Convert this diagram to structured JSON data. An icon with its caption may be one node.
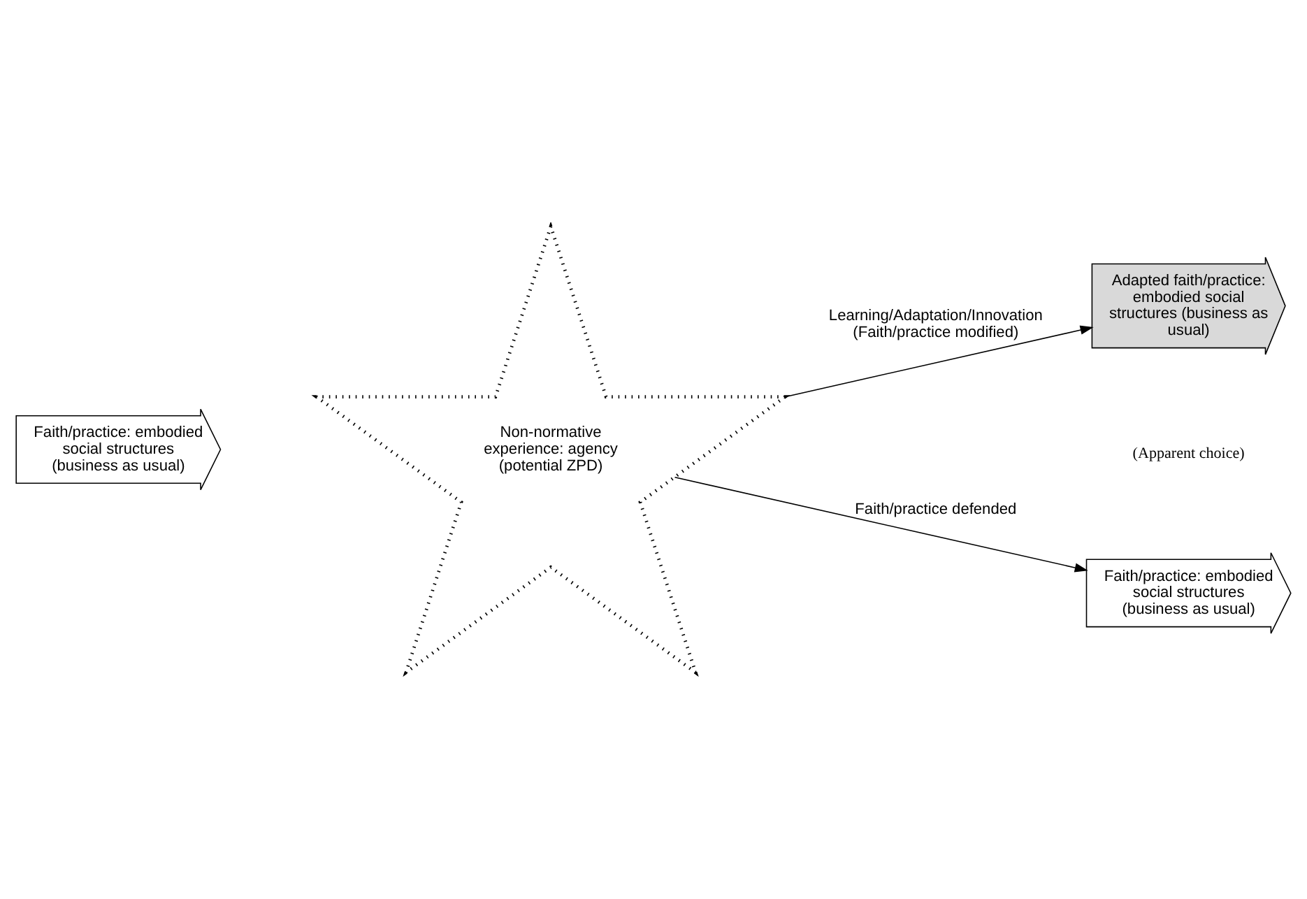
{
  "diagram": {
    "nodes": [
      {
        "text": [
          "Faith/practice: embodied social structures (business as usual)"
        ]
      },
      {
        "text": [
          "Non-normative experience: agency (potential ZPD)"
        ]
      },
      {
        "text": [
          "Adapted faith/practice: embodied social structures (business as usual)"
        ]
      },
      {
        "text": [
          "Faith/practice: embodied social structures (business as usual)"
        ]
      }
    ],
    "edges": [
      {
        "from": 1,
        "to": 2,
        "arrow": "to",
        "label": "Learning/Adaptation/Innovation (Faith/practice modified)"
      },
      {
        "from": 1,
        "to": 3,
        "arrow": "to",
        "label": "Faith/practice defended"
      }
    ],
    "labels": [
      "(Apparent choice)"
    ]
  }
}
